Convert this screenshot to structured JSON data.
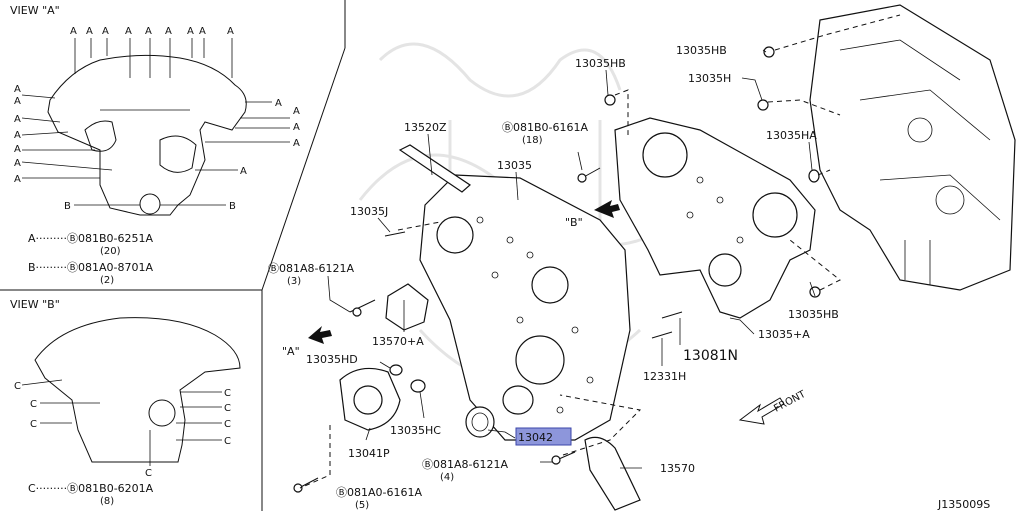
{
  "views": {
    "a_title": "VIEW \"A\"",
    "b_title": "VIEW \"B\"",
    "legend_a": "A·········Ⓑ081B0-6251A",
    "legend_a_qty": "(20)",
    "legend_b": "B·········Ⓑ081A0-8701A",
    "legend_b_qty": "(2)",
    "legend_c": "C·········Ⓑ081B0-6201A",
    "legend_c_qty": "(8)"
  },
  "labels": {
    "l13520Z": "13520Z",
    "l13035": "13035",
    "l13035J": "13035J",
    "b081A8_3": "Ⓑ081A8-6121A",
    "q3": "(3)",
    "l13570A": "13570+A",
    "arrowA": "\"A\"",
    "l13035HD": "13035HD",
    "l13041P": "13041P",
    "l13035HC": "13035HC",
    "l13042": "13042",
    "b081A8_4": "Ⓑ081A8-6121A",
    "q4": "(4)",
    "b081A0_5": "Ⓑ081A0-6161A",
    "q5": "(5)",
    "l13570": "13570",
    "l12331H": "12331H",
    "l13081N": "13081N",
    "l13035plusA": "13035+A",
    "l13035HB_b": "13035HB",
    "l13035HA": "13035HA",
    "l13035H": "13035H",
    "l13035HB_tr": "13035HB",
    "l13035HB_top": "13035HB",
    "b081B0_18": "Ⓑ081B0-6161A",
    "q18": "(18)",
    "arrowB": "\"B\"",
    "front": "FRONT",
    "ref": "J135009S"
  },
  "highlight_color": "#8d96db"
}
